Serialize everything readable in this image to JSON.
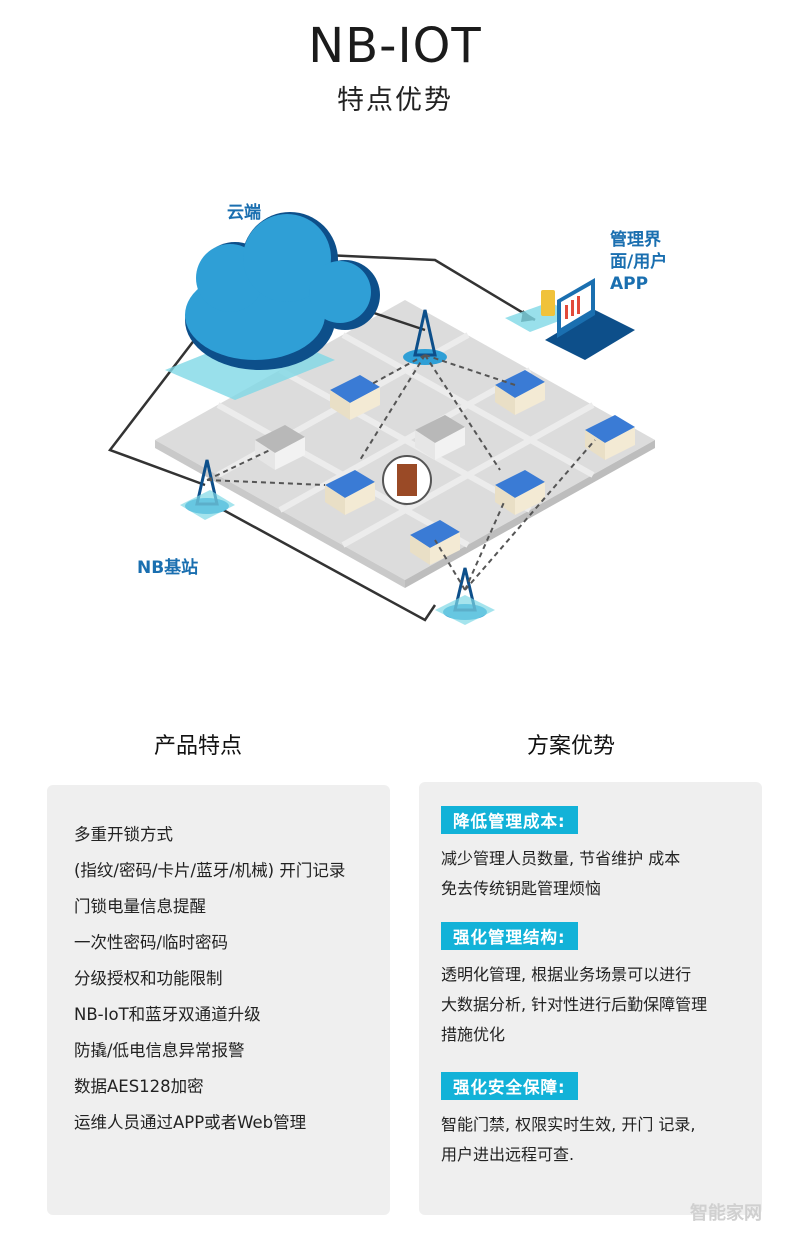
{
  "header": {
    "title": "NB-IOT",
    "subtitle": "特点优势"
  },
  "diagram": {
    "cloud_label": "云端",
    "app_label": [
      "管理界",
      "面/用户",
      "APP"
    ],
    "station_label": "NB基站",
    "colors": {
      "cloud": "#2f9fd6",
      "cloud_dark": "#0d4f8a",
      "label": "#1a6fb0",
      "ground": "#dcdcdc",
      "accent": "#7fd8e6"
    }
  },
  "features": {
    "heading": "产品特点",
    "items": [
      "多重开锁方式",
      "(指纹/密码/卡片/蓝牙/机械) 开门记录",
      "门锁电量信息提醒",
      "一次性密码/临时密码",
      "分级授权和功能限制",
      "NB-IoT和蓝牙双通道升级",
      "防撬/低电信息异常报警",
      "数据AES128加密",
      "运维人员通过APP或者Web管理"
    ]
  },
  "advantages": {
    "heading": "方案优势",
    "sections": [
      {
        "tag": "降低管理成本:",
        "lines": [
          "减少管理人员数量, 节省维护 成本",
          "免去传统钥匙管理烦恼"
        ]
      },
      {
        "tag": "强化管理结构:",
        "lines": [
          "透明化管理, 根据业务场景可以进行",
          "大数据分析, 针对性进行后勤保障管理",
          "措施优化"
        ]
      },
      {
        "tag": "强化安全保障:",
        "lines": [
          "智能门禁, 权限实时生效, 开门 记录,",
          "用户进出远程可查."
        ]
      }
    ]
  },
  "watermark": "智能家网"
}
